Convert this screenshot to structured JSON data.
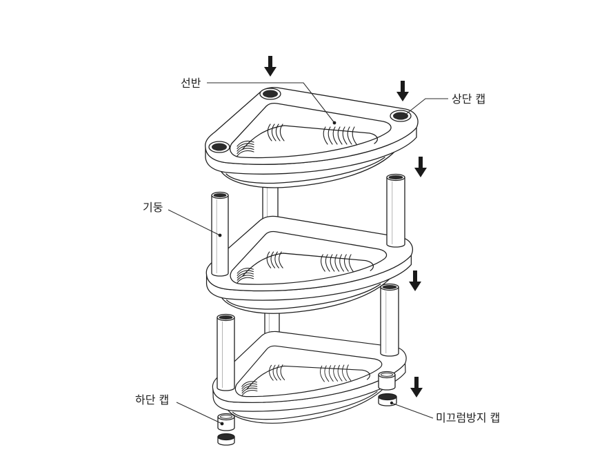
{
  "labels": {
    "shelf": "선반",
    "top_cap": "상단 캡",
    "pillar": "기둥",
    "bottom_cap": "하단 캡",
    "anti_slip_cap": "미끄럼방지 캡"
  },
  "icons": {
    "assembly_arrow": "arrow-down-icon"
  },
  "colors": {
    "background": "#ffffff",
    "line": "#1e1e1e",
    "cap_dark": "#2b2b2b",
    "cap_light": "#f0f0f0",
    "arrow": "#1a1a1a"
  }
}
